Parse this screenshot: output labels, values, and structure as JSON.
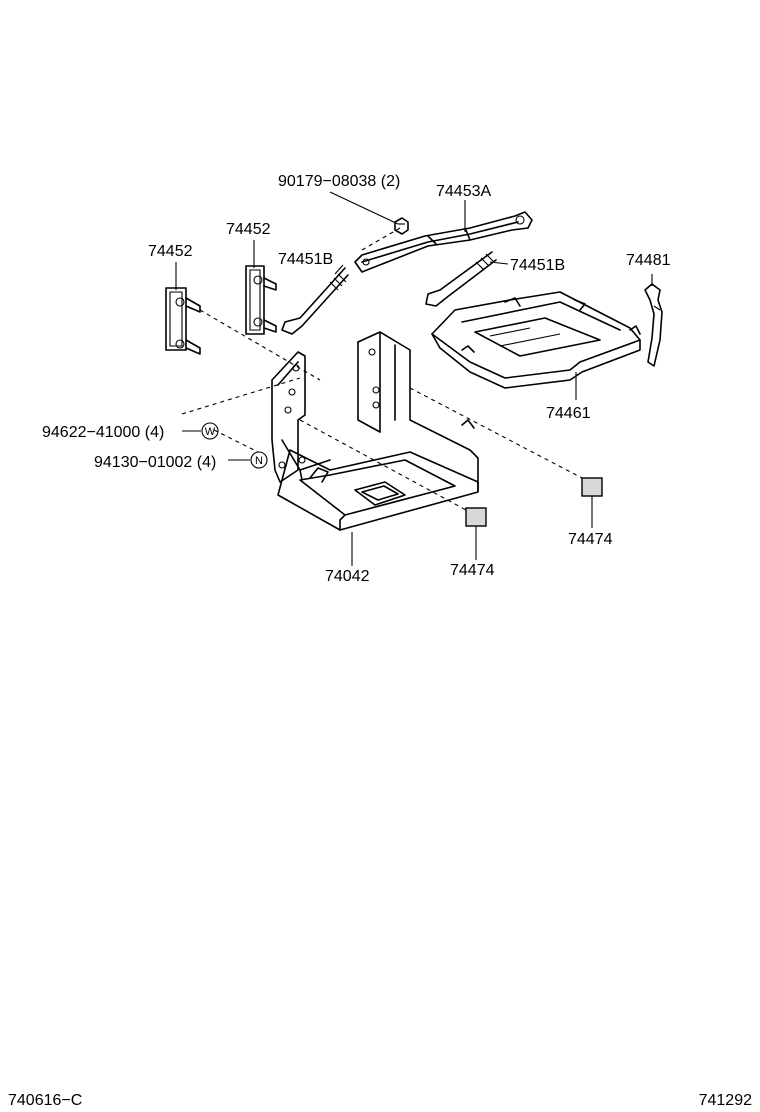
{
  "callouts": {
    "p_90179": "90179−08038 (2)",
    "p_74453A": "74453A",
    "p_74452_a": "74452",
    "p_74452_b": "74452",
    "p_74451B_a": "74451B",
    "p_74451B_b": "74451B",
    "p_74481": "74481",
    "p_74461": "74461",
    "p_94622": "94622−41000 (4)",
    "p_94130": "94130−01002 (4)",
    "p_74474_a": "74474",
    "p_74474_b": "74474",
    "p_74042": "74042"
  },
  "symbols": {
    "washer": "W",
    "nut": "N"
  },
  "footer": {
    "left_code": "740616−C",
    "right_code": "741292"
  }
}
